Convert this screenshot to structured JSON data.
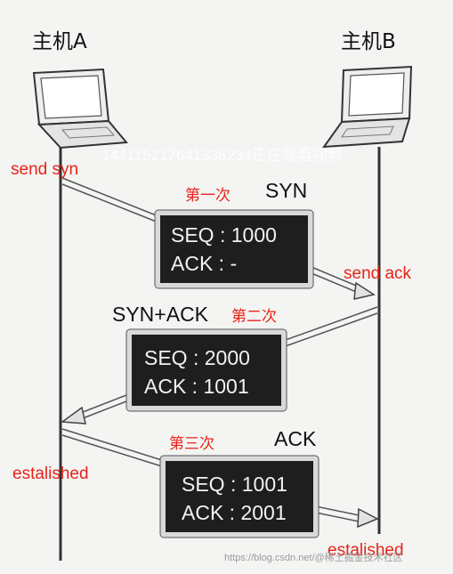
{
  "hosts": {
    "a": "主机A",
    "b": "主机B"
  },
  "events": {
    "send_syn": "send syn",
    "send_ack": "send ack",
    "established_a": "estalished",
    "established_b": "estalished"
  },
  "segments": [
    {
      "step": "第一次",
      "type": "SYN",
      "seq": "SEQ : 1000",
      "ack": "ACK :   -"
    },
    {
      "step": "第二次",
      "type": "SYN+ACK",
      "seq": "SEQ : 2000",
      "ack": "ACK : 1001"
    },
    {
      "step": "第三次",
      "type": "ACK",
      "seq": "SEQ : 1001",
      "ack": "ACK : 2001"
    }
  ],
  "watermark": {
    "viewer": "14411521764​1335234正在观看视频",
    "source": "https://blog.csdn.net/@稀土掘金技术社区"
  },
  "colors": {
    "accent": "#e8231a",
    "box": "#1e1e1e",
    "line": "#333333"
  },
  "icons": {
    "host": "laptop-icon"
  }
}
